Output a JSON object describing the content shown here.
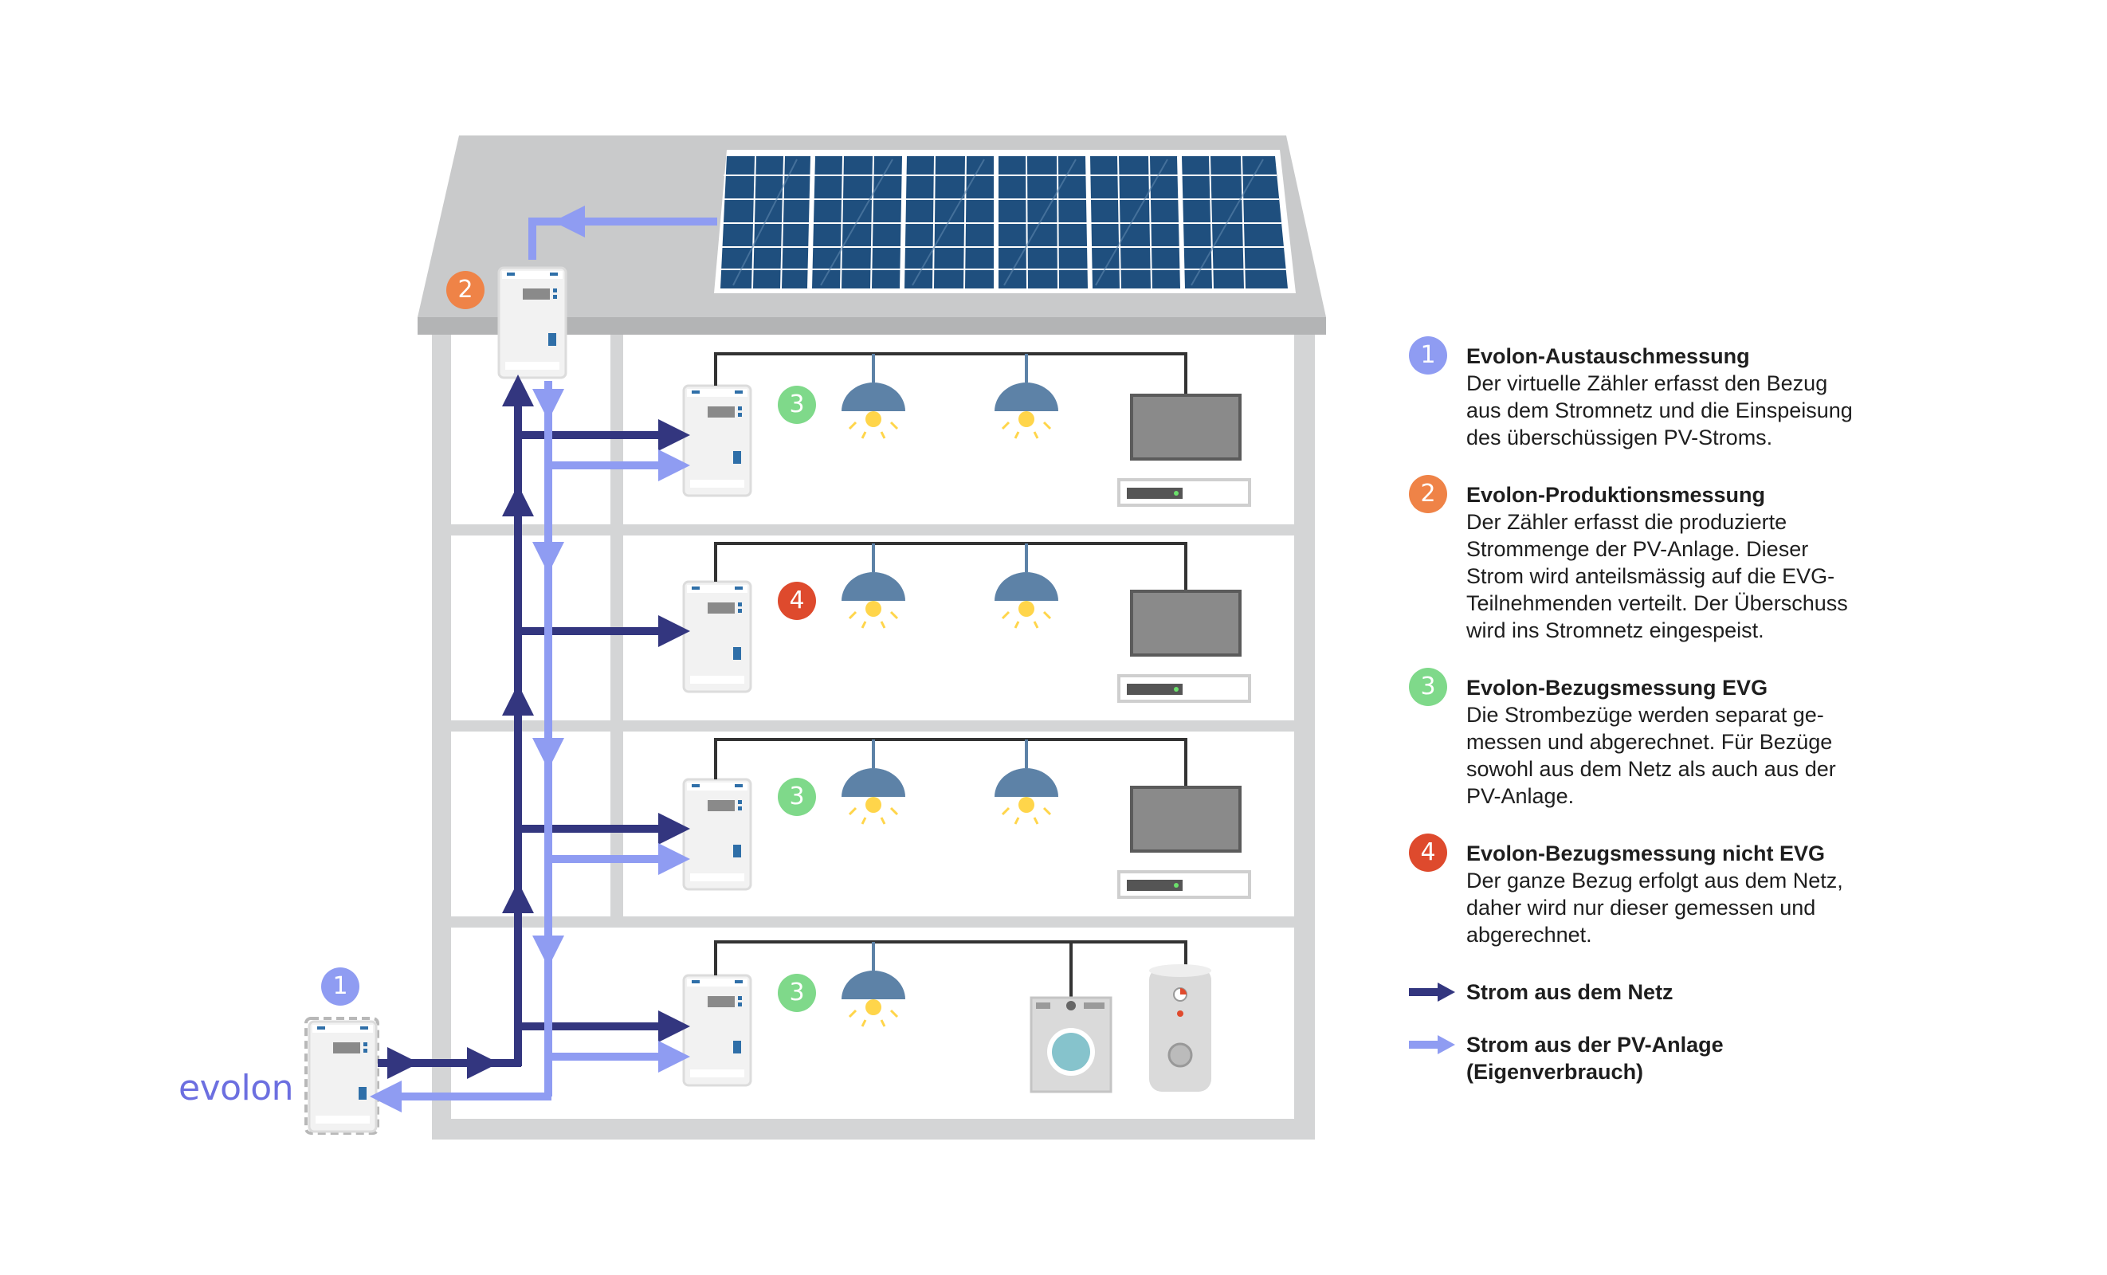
{
  "brand": "evolon",
  "colors": {
    "grid_arrow": "#33367f",
    "pv_arrow": "#8f9cf2",
    "badge_1": "#8f9cf2",
    "badge_2": "#ef8347",
    "badge_3": "#7fd98a",
    "badge_4": "#de4a2d",
    "building": "#d4d5d6",
    "roof": "#c9cacb",
    "solar_panel": "#1f4f7e",
    "lamp": "#5d82a7",
    "bulb": "#ffd54a"
  },
  "badges": {
    "meter_exchange": "1",
    "meter_production": "2",
    "floor_1": "3",
    "floor_2": "4",
    "floor_3": "3",
    "floor_4": "3"
  },
  "legend": [
    {
      "number": "1",
      "title": "Evolon-Austauschmessung",
      "text": "Der virtuelle Zähler erfasst den Bezug\naus dem Stromnetz und die Einspeisung\ndes überschüssigen PV-Stroms."
    },
    {
      "number": "2",
      "title": "Evolon-Produktionsmessung",
      "text": "Der Zähler erfasst die produzierte\nStrommenge der PV-Anlage. Dieser\nStrom wird anteilsmässig auf die EVG-\nTeilnehmenden verteilt. Der Überschuss\nwird ins Stromnetz eingespeist."
    },
    {
      "number": "3",
      "title": "Evolon-Bezugsmessung EVG",
      "text": "Die Strombezüge werden separat ge-\nmessen und abgerechnet. Für Bezüge\nsowohl aus dem Netz als auch aus der\nPV-Anlage."
    },
    {
      "number": "4",
      "title": "Evolon-Bezugsmessung nicht EVG",
      "text": "Der ganze Bezug erfolgt aus dem Netz,\ndaher wird nur dieser gemessen und\nabgerechnet."
    }
  ],
  "arrow_legend": [
    {
      "label": "Strom aus dem Netz",
      "icon": "dark-arrow-icon"
    },
    {
      "label": "Strom aus der PV-Anlage\n(Eigenverbrauch)",
      "icon": "light-arrow-icon"
    }
  ]
}
